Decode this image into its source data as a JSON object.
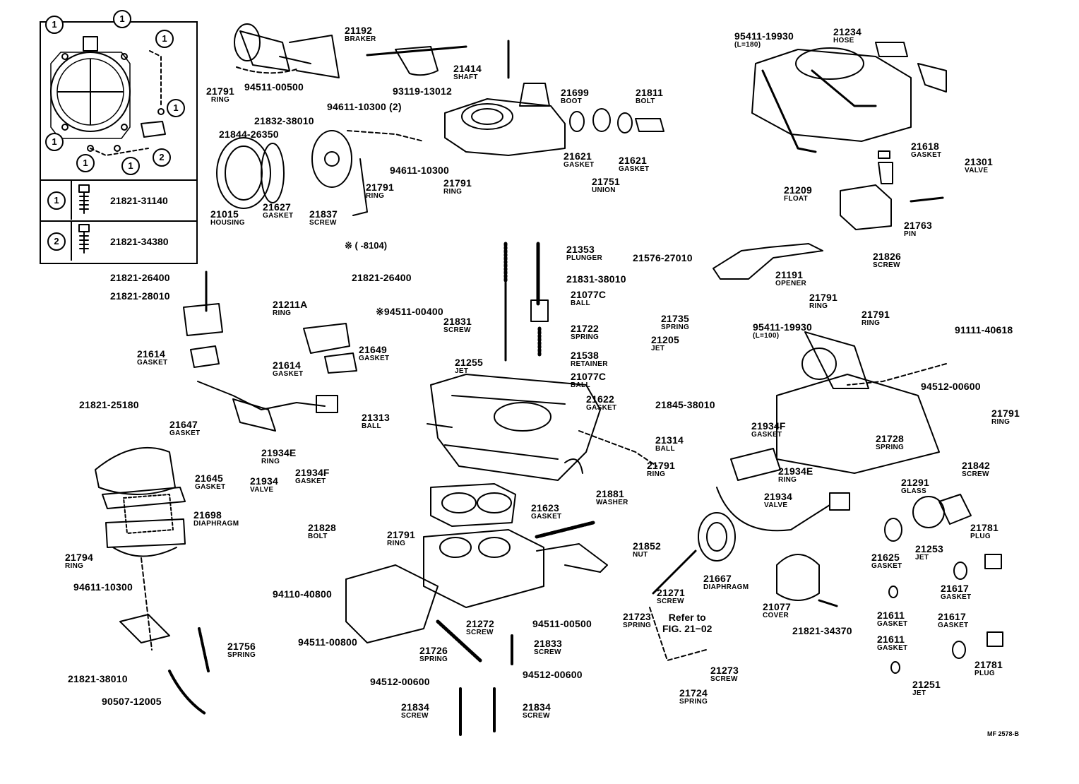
{
  "inset": {
    "rows": [
      {
        "marker": "1",
        "part": "21821-31140"
      },
      {
        "marker": "2",
        "part": "21821-34380"
      }
    ],
    "markers": [
      "1",
      "1",
      "1",
      "1",
      "1",
      "1",
      "1",
      "2"
    ]
  },
  "note": "※ (     -8104)",
  "reference": {
    "line1": "Refer to",
    "line2": "FIG. 21−02"
  },
  "drawing_code": "MF 2578-B",
  "callouts": [
    {
      "num": "21192",
      "name": "BRAKER"
    },
    {
      "num": "21414",
      "name": "SHAFT"
    },
    {
      "num": "21791",
      "name": "RING"
    },
    {
      "num": "94511-00500",
      "name": ""
    },
    {
      "num": "93119-13012",
      "name": ""
    },
    {
      "num": "21699",
      "name": "BOOT"
    },
    {
      "num": "21811",
      "name": "BOLT"
    },
    {
      "num": "94611-10300 (2)",
      "name": ""
    },
    {
      "num": "21832-38010",
      "name": ""
    },
    {
      "num": "21844-26350",
      "name": ""
    },
    {
      "num": "94611-10300",
      "name": ""
    },
    {
      "num": "21621",
      "name": "GASKET"
    },
    {
      "num": "21621",
      "name": "GASKET"
    },
    {
      "num": "21751",
      "name": "UNION"
    },
    {
      "num": "21791",
      "name": "RING"
    },
    {
      "num": "21791",
      "name": "RING"
    },
    {
      "num": "21015",
      "name": "HOUSING"
    },
    {
      "num": "21627",
      "name": "GASKET"
    },
    {
      "num": "21837",
      "name": "SCREW"
    },
    {
      "num": "95411-19930",
      "name": "(L=180)"
    },
    {
      "num": "21234",
      "name": "HOSE"
    },
    {
      "num": "21618",
      "name": "GASKET"
    },
    {
      "num": "21301",
      "name": "VALVE"
    },
    {
      "num": "21209",
      "name": "FLOAT"
    },
    {
      "num": "21763",
      "name": "PIN"
    },
    {
      "num": "21353",
      "name": "PLUNGER"
    },
    {
      "num": "21576-27010",
      "name": ""
    },
    {
      "num": "21826",
      "name": "SCREW"
    },
    {
      "num": "21821-26400",
      "name": ""
    },
    {
      "num": "21821-26400",
      "name": ""
    },
    {
      "num": "21821-28010",
      "name": ""
    },
    {
      "num": "21831-38010",
      "name": ""
    },
    {
      "num": "21077C",
      "name": "BALL"
    },
    {
      "num": "21211A",
      "name": "RING"
    },
    {
      "num": "※94511-00400",
      "name": ""
    },
    {
      "num": "21831",
      "name": "SCREW"
    },
    {
      "num": "21191",
      "name": "OPENER"
    },
    {
      "num": "21791",
      "name": "RING"
    },
    {
      "num": "21791",
      "name": "RING"
    },
    {
      "num": "21735",
      "name": "SPRING"
    },
    {
      "num": "21722",
      "name": "SPRING"
    },
    {
      "num": "21205",
      "name": "JET"
    },
    {
      "num": "95411-19930",
      "name": "(L=100)"
    },
    {
      "num": "91111-40618",
      "name": ""
    },
    {
      "num": "21614",
      "name": "GASKET"
    },
    {
      "num": "21614",
      "name": "GASKET"
    },
    {
      "num": "21649",
      "name": "GASKET"
    },
    {
      "num": "21255",
      "name": "JET"
    },
    {
      "num": "21538",
      "name": "RETAINER"
    },
    {
      "num": "21077C",
      "name": "BALL"
    },
    {
      "num": "94512-00600",
      "name": ""
    },
    {
      "num": "21622",
      "name": "GASKET"
    },
    {
      "num": "21845-38010",
      "name": ""
    },
    {
      "num": "21821-25180",
      "name": ""
    },
    {
      "num": "21647",
      "name": "GASKET"
    },
    {
      "num": "21313",
      "name": "BALL"
    },
    {
      "num": "21791",
      "name": "RING"
    },
    {
      "num": "21934F",
      "name": "GASKET"
    },
    {
      "num": "21728",
      "name": "SPRING"
    },
    {
      "num": "21314",
      "name": "BALL"
    },
    {
      "num": "21934E",
      "name": "RING"
    },
    {
      "num": "21934F",
      "name": "GASKET"
    },
    {
      "num": "21645",
      "name": "GASKET"
    },
    {
      "num": "21934",
      "name": "VALVE"
    },
    {
      "num": "21791",
      "name": "RING"
    },
    {
      "num": "21934E",
      "name": "RING"
    },
    {
      "num": "21842",
      "name": "SCREW"
    },
    {
      "num": "21934",
      "name": "VALVE"
    },
    {
      "num": "21291",
      "name": "GLASS"
    },
    {
      "num": "21698",
      "name": "DIAPHRAGM"
    },
    {
      "num": "21881",
      "name": "WASHER"
    },
    {
      "num": "21623",
      "name": "GASKET"
    },
    {
      "num": "21828",
      "name": "BOLT"
    },
    {
      "num": "21791",
      "name": "RING"
    },
    {
      "num": "21852",
      "name": "NUT"
    },
    {
      "num": "21781",
      "name": "PLUG"
    },
    {
      "num": "21253",
      "name": "JET"
    },
    {
      "num": "21625",
      "name": "GASKET"
    },
    {
      "num": "21794",
      "name": "RING"
    },
    {
      "num": "94611-10300",
      "name": ""
    },
    {
      "num": "21667",
      "name": "DIAPHRAGM"
    },
    {
      "num": "21617",
      "name": "GASKET"
    },
    {
      "num": "21271",
      "name": "SCREW"
    },
    {
      "num": "21077",
      "name": "COVER"
    },
    {
      "num": "94110-40800",
      "name": ""
    },
    {
      "num": "21723",
      "name": "SPRING"
    },
    {
      "num": "21611",
      "name": "GASKET"
    },
    {
      "num": "21272",
      "name": "SCREW"
    },
    {
      "num": "94511-00500",
      "name": ""
    },
    {
      "num": "21617",
      "name": "GASKET"
    },
    {
      "num": "21821-34370",
      "name": ""
    },
    {
      "num": "94511-00800",
      "name": ""
    },
    {
      "num": "21726",
      "name": "SPRING"
    },
    {
      "num": "21833",
      "name": "SCREW"
    },
    {
      "num": "21611",
      "name": "GASKET"
    },
    {
      "num": "21756",
      "name": "SPRING"
    },
    {
      "num": "21273",
      "name": "SCREW"
    },
    {
      "num": "21781",
      "name": "PLUG"
    },
    {
      "num": "21821-38010",
      "name": ""
    },
    {
      "num": "94512-00600",
      "name": ""
    },
    {
      "num": "94512-00600",
      "name": ""
    },
    {
      "num": "21724",
      "name": "SPRING"
    },
    {
      "num": "21251",
      "name": "JET"
    },
    {
      "num": "90507-12005",
      "name": ""
    },
    {
      "num": "21834",
      "name": "SCREW"
    },
    {
      "num": "21834",
      "name": "SCREW"
    }
  ]
}
